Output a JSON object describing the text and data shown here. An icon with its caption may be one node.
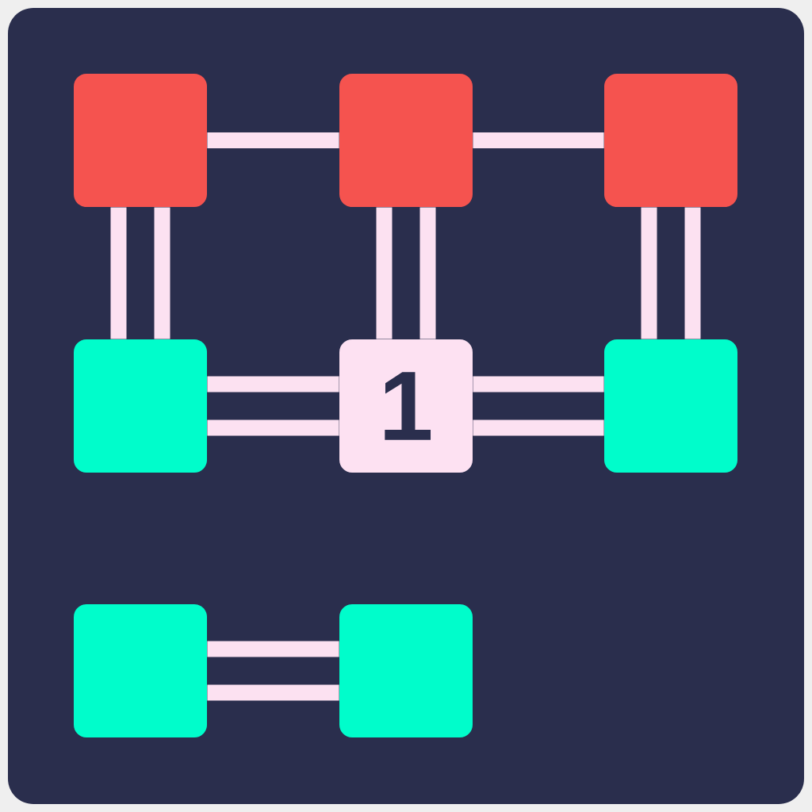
{
  "diagram": {
    "nodes": [
      {
        "text": [],
        "shape": "box"
      },
      {
        "text": [],
        "shape": "box"
      },
      {
        "text": [],
        "shape": "box"
      },
      {
        "text": [],
        "shape": "box"
      },
      {
        "text": [
          "1"
        ]
      },
      {
        "text": [],
        "shape": "box"
      },
      {
        "text": [],
        "shape": "box"
      },
      {
        "text": [],
        "shape": "box"
      }
    ],
    "edges": [
      {
        "from": 0,
        "to": 1,
        "arrow": "none"
      },
      {
        "from": 1,
        "to": 2,
        "arrow": "none"
      },
      {
        "from": 0,
        "to": 3,
        "arrow": "none"
      },
      {
        "from": 0,
        "to": 3,
        "arrow": "none"
      },
      {
        "from": 1,
        "to": 4,
        "arrow": "none"
      },
      {
        "from": 1,
        "to": 4,
        "arrow": "none"
      },
      {
        "from": 2,
        "to": 5,
        "arrow": "none"
      },
      {
        "from": 2,
        "to": 5,
        "arrow": "none"
      },
      {
        "from": 3,
        "to": 4,
        "arrow": "none"
      },
      {
        "from": 3,
        "to": 4,
        "arrow": "none"
      },
      {
        "from": 4,
        "to": 5,
        "arrow": "none"
      },
      {
        "from": 4,
        "to": 5,
        "arrow": "none"
      },
      {
        "from": 6,
        "to": 7,
        "arrow": "none"
      },
      {
        "from": 6,
        "to": 7,
        "arrow": "none"
      }
    ]
  }
}
